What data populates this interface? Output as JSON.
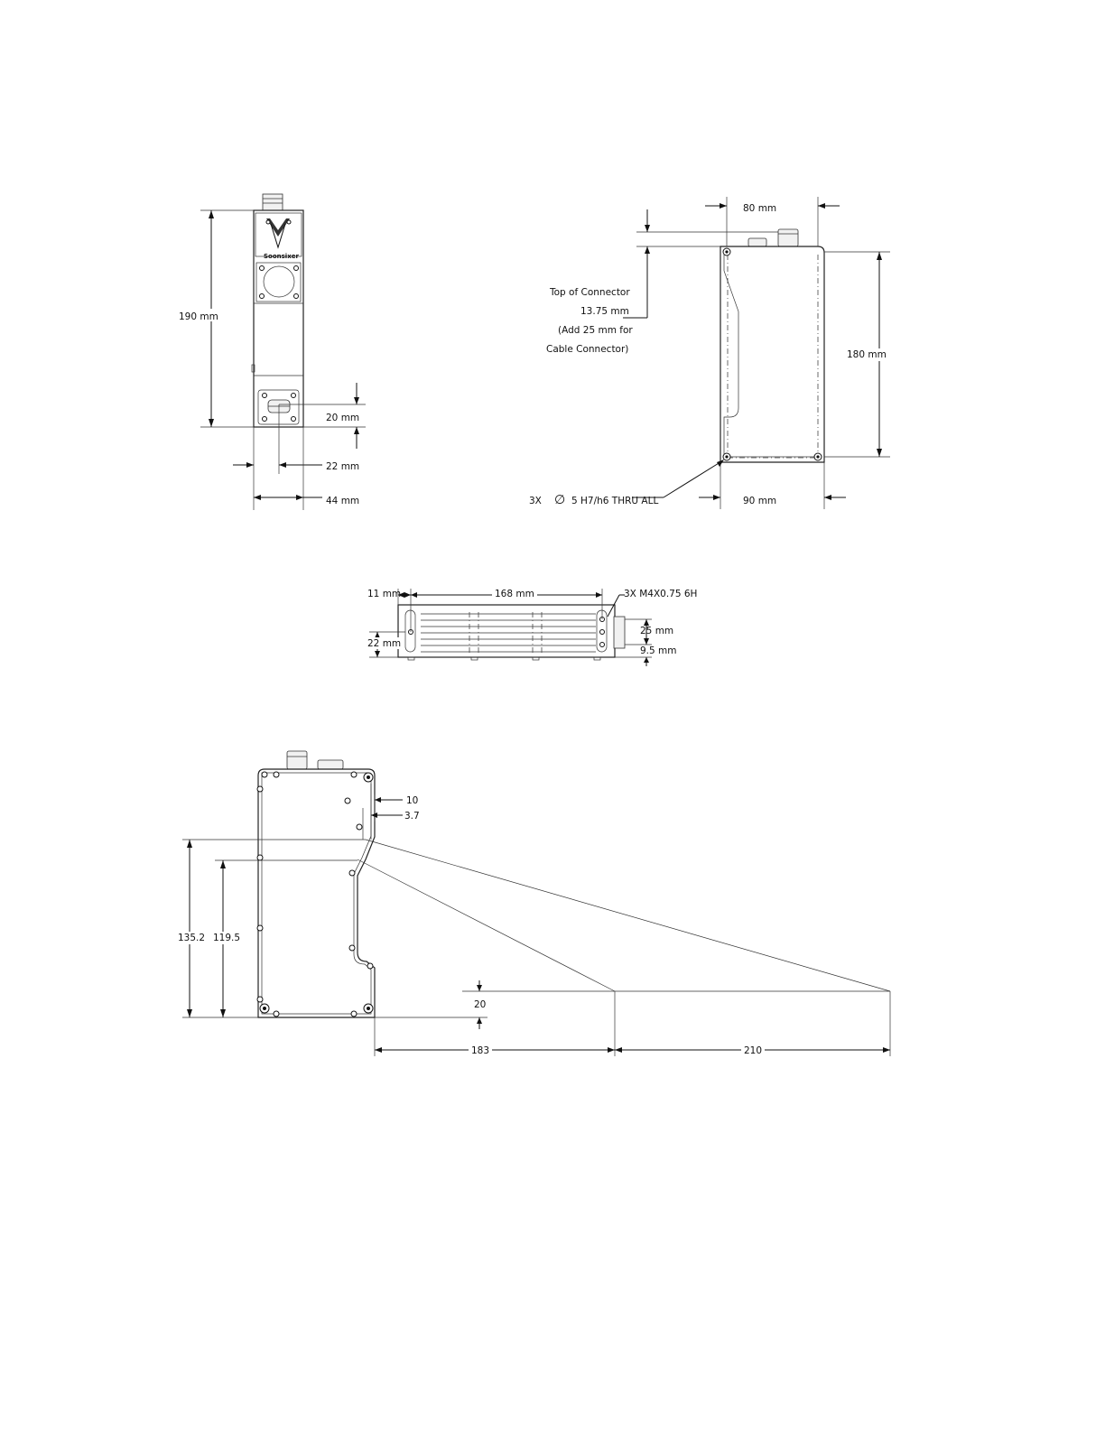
{
  "views": {
    "front": {
      "brand_label": "Soonsixer",
      "dims": {
        "height": "190 mm",
        "connector_offset": "20 mm",
        "connector_center": "22 mm",
        "width": "44 mm"
      }
    },
    "side": {
      "dims": {
        "top_hole_spacing": "80 mm",
        "hole_height": "180 mm",
        "bottom_hole_spacing": "90 mm"
      },
      "connector_note": [
        "Top of Connector",
        "13.75 mm",
        "(Add 25 mm for",
        "Cable Connector)"
      ],
      "hole_callout": {
        "count": "3X",
        "symbol": "∅",
        "spec": "5 H7/h6 THRU ALL"
      }
    },
    "top": {
      "dims": {
        "edge_offset": "11 mm",
        "length": "168 mm",
        "thread_spec": "3X M4X0.75 6H",
        "height_a": "25 mm",
        "height_b": "9.5 mm",
        "depth": "22 mm"
      }
    },
    "beam": {
      "dims": {
        "offset_10": "10",
        "offset_3_7": "3.7",
        "height_135": "135.2",
        "height_119": "119.5",
        "gap_20": "20",
        "dist_183": "183",
        "dist_210": "210"
      }
    }
  }
}
